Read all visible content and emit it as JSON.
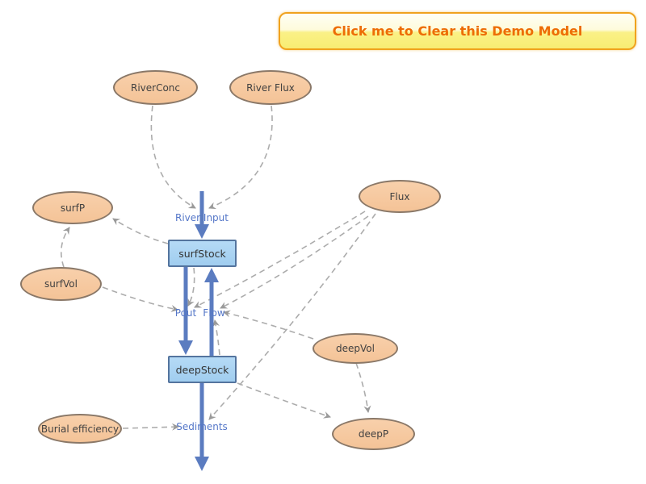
{
  "button": {
    "label": "Click me to Clear this Demo Model"
  },
  "nodes": {
    "riverconc": "RiverConc",
    "riverflux": "River Flux",
    "surfp": "surfP",
    "surfvol": "surfVol",
    "flux": "Flux",
    "deepvol": "deepVol",
    "deepp": "deepP",
    "burial": "Burial efficiency"
  },
  "stocks": {
    "surfstock": "surfStock",
    "deepstock": "deepStock"
  },
  "flows": {
    "river_input": "River Input",
    "pout": "Pout",
    "flow": "Flow",
    "sediments": "Sediments"
  },
  "links": [
    {
      "from": "RiverConc",
      "to": "River Input"
    },
    {
      "from": "River Flux",
      "to": "River Input"
    },
    {
      "from": "surfVol",
      "to": "surfP"
    },
    {
      "from": "surfStock",
      "to": "surfP"
    },
    {
      "from": "surfVol",
      "to": "Pout"
    },
    {
      "from": "surfStock",
      "to": "Pout"
    },
    {
      "from": "Flux",
      "to": "Pout"
    },
    {
      "from": "Flux",
      "to": "Flow"
    },
    {
      "from": "deepVol",
      "to": "Flow"
    },
    {
      "from": "deepStock",
      "to": "Flow"
    },
    {
      "from": "Flux",
      "to": "Sediments"
    },
    {
      "from": "Burial efficiency",
      "to": "Sediments"
    },
    {
      "from": "deepVol",
      "to": "deepP"
    },
    {
      "from": "deepStock",
      "to": "deepP"
    }
  ],
  "colors": {
    "variable_fill": "#f6c9a1",
    "variable_border": "#8a7868",
    "stock_fill": "#a9d3f2",
    "stock_border": "#54749e",
    "flow_color": "#5b7cc0",
    "flow_label_color": "#5577c8",
    "link_color": "#acacac",
    "button_text": "#ed6c05",
    "button_border": "#f0a21e"
  }
}
